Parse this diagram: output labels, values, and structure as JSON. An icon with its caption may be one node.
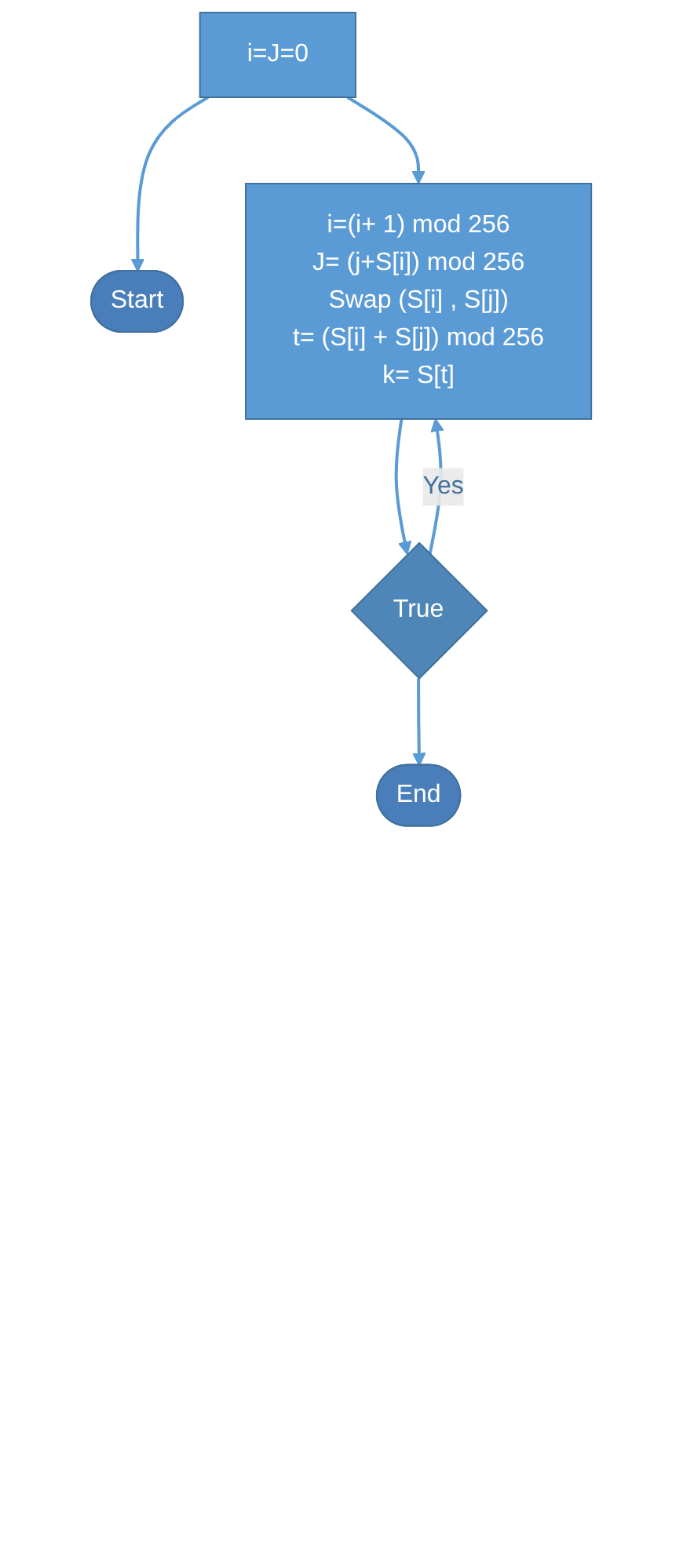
{
  "diagram": {
    "nodes": [
      {
        "text": [
          "Start"
        ]
      },
      {
        "text": [
          "i=J=0"
        ]
      },
      {
        "text": [
          "i=(i+ 1) mod 256",
          "J= (j+S[i]) mod 256",
          "Swap (S[i] , S[j])",
          "t= (S[i] + S[j]) mod 256",
          "k= S[t]"
        ]
      },
      {
        "text": [
          "True"
        ]
      },
      {
        "text": [
          "End"
        ]
      }
    ],
    "edges": [
      {
        "from": 1,
        "to": 0,
        "arrow": "to"
      },
      {
        "from": 1,
        "to": 2,
        "arrow": "to"
      },
      {
        "from": 2,
        "to": 3,
        "arrow": "to"
      },
      {
        "from": 3,
        "to": 2,
        "arrow": "to",
        "label": "Yes"
      },
      {
        "from": 3,
        "to": 4,
        "arrow": "to"
      }
    ]
  }
}
